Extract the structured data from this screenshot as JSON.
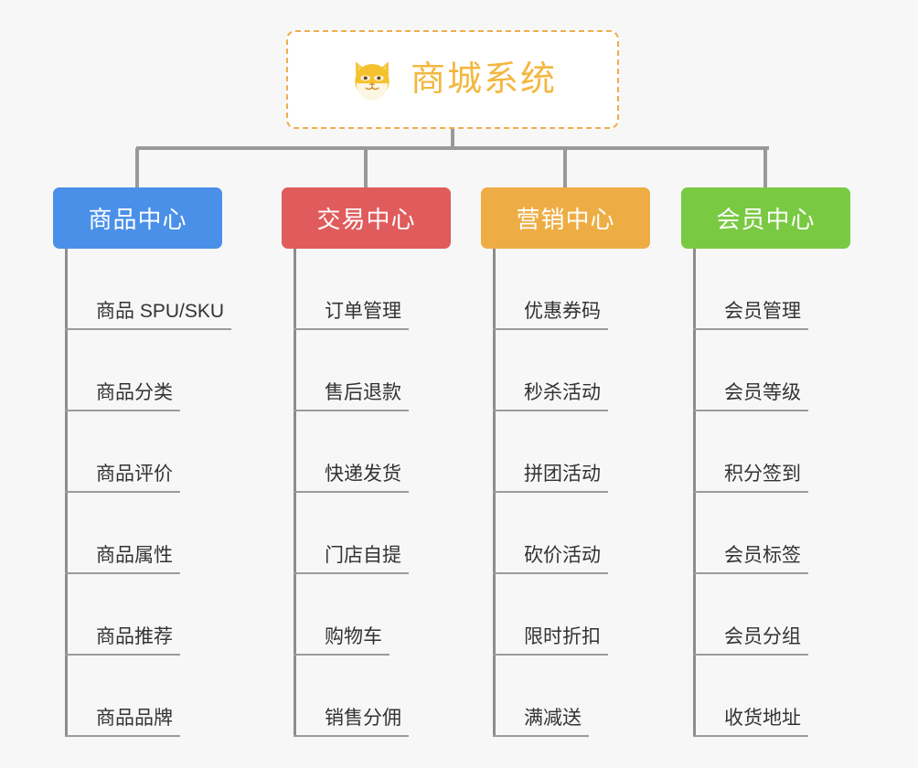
{
  "page": {
    "background_color": "#f7f7f7",
    "type": "org-chart"
  },
  "root": {
    "title": "商城系统",
    "icon": "shiba-dog-icon",
    "border_color": "#f0ad4e",
    "text_color": "#f3b73f"
  },
  "connector": {
    "color": "#999999"
  },
  "columns": [
    {
      "title": "商品中心",
      "color": "#4a90e8",
      "items": [
        {
          "label": "商品 SPU/SKU"
        },
        {
          "label": "商品分类"
        },
        {
          "label": "商品评价"
        },
        {
          "label": "商品属性"
        },
        {
          "label": "商品推荐"
        },
        {
          "label": "商品品牌"
        }
      ]
    },
    {
      "title": "交易中心",
      "color": "#e05c5c",
      "items": [
        {
          "label": "订单管理"
        },
        {
          "label": "售后退款"
        },
        {
          "label": "快递发货"
        },
        {
          "label": "门店自提"
        },
        {
          "label": "购物车"
        },
        {
          "label": "销售分佣"
        }
      ]
    },
    {
      "title": "营销中心",
      "color": "#eead44",
      "items": [
        {
          "label": "优惠券码"
        },
        {
          "label": "秒杀活动"
        },
        {
          "label": "拼团活动"
        },
        {
          "label": "砍价活动"
        },
        {
          "label": "限时折扣"
        },
        {
          "label": "满减送"
        }
      ]
    },
    {
      "title": "会员中心",
      "color": "#7ac943",
      "items": [
        {
          "label": "会员管理"
        },
        {
          "label": "会员等级"
        },
        {
          "label": "积分签到"
        },
        {
          "label": "会员标签"
        },
        {
          "label": "会员分组"
        },
        {
          "label": "收货地址"
        }
      ]
    }
  ]
}
